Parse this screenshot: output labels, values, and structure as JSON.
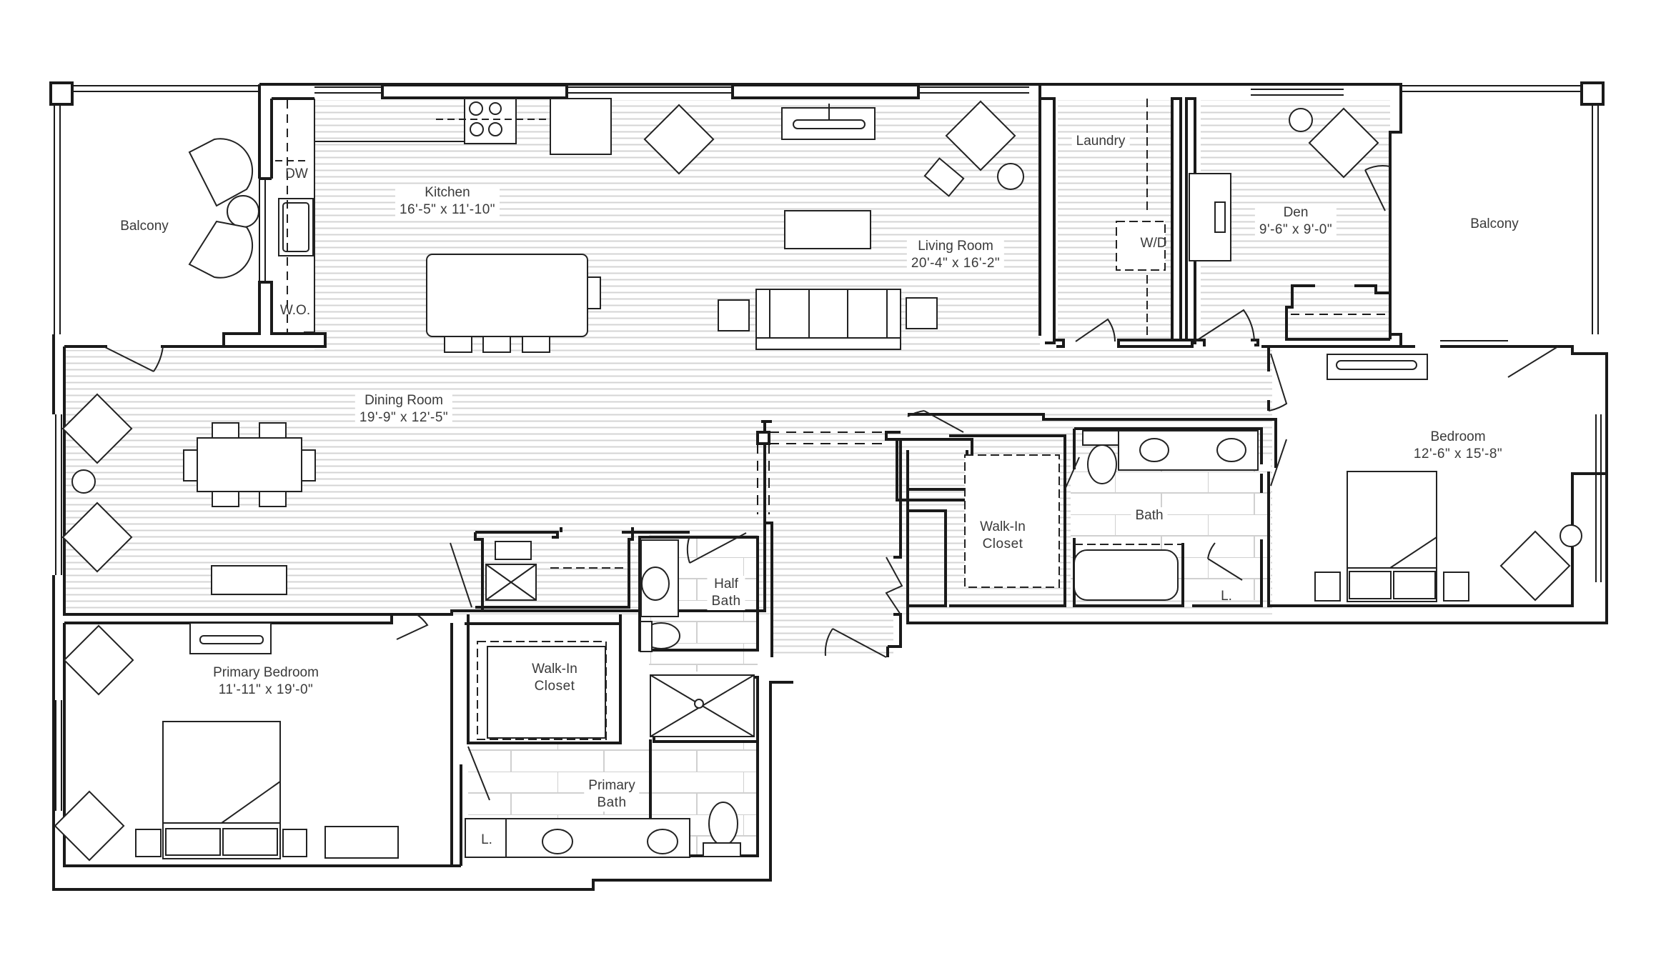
{
  "plan": {
    "type": "apartment floor plan",
    "colors": {
      "wall": "#1a1a1a",
      "line": "#222222",
      "floor_hatch": "#d4d4d4",
      "tile": "#cfcfcf",
      "text": "#3a3a3a",
      "background": "#ffffff"
    }
  },
  "rooms": {
    "balcony_left": {
      "name": "Balcony"
    },
    "kitchen": {
      "name": "Kitchen",
      "dims": "16'-5\"  x  11'-10\""
    },
    "living_room": {
      "name": "Living Room",
      "dims": "20'-4\"  x  16'-2\""
    },
    "laundry": {
      "name": "Laundry"
    },
    "den": {
      "name": "Den",
      "dims": "9'-6\"  x  9'-0\""
    },
    "balcony_right": {
      "name": "Balcony"
    },
    "dining_room": {
      "name": "Dining Room",
      "dims": "19'-9\"  x  12'-5\""
    },
    "bedroom": {
      "name": "Bedroom",
      "dims": "12'-6\"  x  15'-8\""
    },
    "bath": {
      "name": "Bath"
    },
    "walk_in_closet_right": {
      "name": "Walk-In",
      "name2": "Closet"
    },
    "half_bath": {
      "name": "Half",
      "name2": "Bath"
    },
    "walk_in_closet_primary": {
      "name": "Walk-In",
      "name2": "Closet"
    },
    "primary_bedroom": {
      "name": "Primary Bedroom",
      "dims": "11'-11\"  x  19'-0\""
    },
    "primary_bath": {
      "name": "Primary",
      "name2": "Bath"
    }
  },
  "fixtures": {
    "dishwasher": "DW",
    "wall_oven": "W.O.",
    "washer_dryer": "W/D",
    "linen_bath": "L.",
    "linen_primary_bath": "L."
  }
}
